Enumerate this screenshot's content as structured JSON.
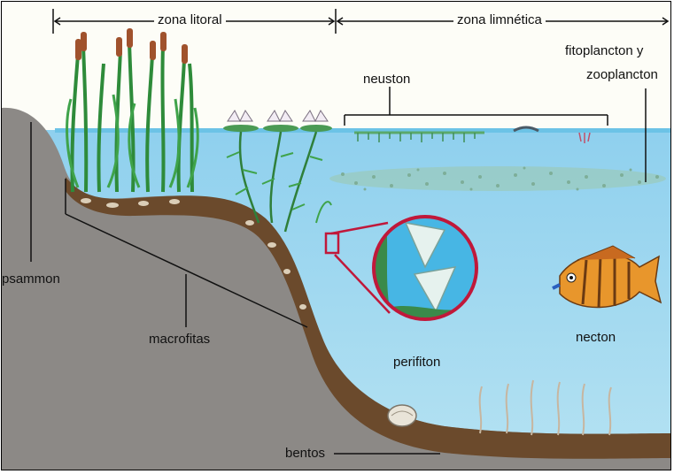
{
  "labels": {
    "zona_litoral": "zona litoral",
    "zona_limnetica": "zona limnética",
    "neuston": "neuston",
    "plancton_line1": "fitoplancton y",
    "plancton_line2": "zooplancton",
    "psammon": "psammon",
    "macrofitas": "macrofitas",
    "perifiton": "perifiton",
    "necton": "necton",
    "bentos": "bentos"
  },
  "colors": {
    "water": "#a9dcf0",
    "water_surface": "#6cc3e6",
    "bank": "#8c8986",
    "sediment": "#6b4a2c",
    "plant_green": "#2e8b3a",
    "magnifier_ring": "#c0183a",
    "fish_orange": "#e8962c"
  }
}
